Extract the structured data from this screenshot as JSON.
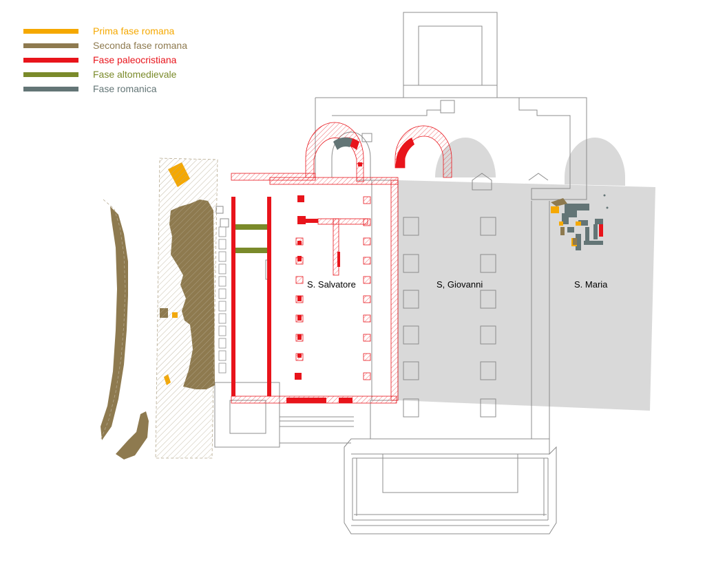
{
  "legend": {
    "items": [
      {
        "label": "Prima fase romana",
        "color": "#f5a800"
      },
      {
        "label": "Seconda fase romana",
        "color": "#8e7a4f"
      },
      {
        "label": "Fase paleocristiana",
        "color": "#e8141b"
      },
      {
        "label": "Fase altomedievale",
        "color": "#7a8a2a"
      },
      {
        "label": "Fase romanica",
        "color": "#637576"
      }
    ]
  },
  "churches": {
    "salvatore": "S. Salvatore",
    "giovanni": "S, Giovanni",
    "maria": "S. Maria"
  },
  "colors": {
    "outline": "#8c8c8c",
    "shade": "#d9d9d9",
    "hatch": "#e8141b"
  }
}
